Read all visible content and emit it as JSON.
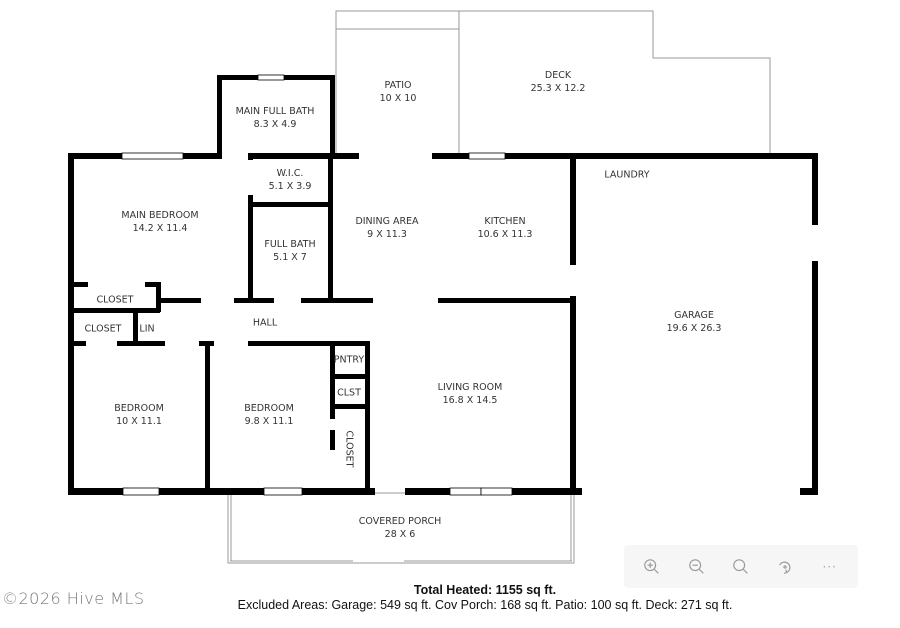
{
  "rooms": {
    "patio": {
      "name": "PATIO",
      "dims": "10 X 10"
    },
    "deck": {
      "name": "DECK",
      "dims": "25.3 X 12.2"
    },
    "main_full_bath": {
      "name": "MAIN FULL BATH",
      "dims": "8.3 X 4.9"
    },
    "wic": {
      "name": "W.I.C.",
      "dims": "5.1 X 3.9"
    },
    "main_bedroom": {
      "name": "MAIN BEDROOM",
      "dims": "14.2 X 11.4"
    },
    "full_bath": {
      "name": "FULL BATH",
      "dims": "5.1 X 7"
    },
    "dining_area": {
      "name": "DINING AREA",
      "dims": "9 X 11.3"
    },
    "kitchen": {
      "name": "KITCHEN",
      "dims": "10.6 X 11.3"
    },
    "laundry": {
      "name": "LAUNDRY"
    },
    "garage": {
      "name": "GARAGE",
      "dims": "19.6 X 26.3"
    },
    "closet_1": {
      "name": "CLOSET"
    },
    "closet_2": {
      "name": "CLOSET"
    },
    "linen": {
      "name": "LIN"
    },
    "hall": {
      "name": "HALL"
    },
    "pantry": {
      "name": "PNTRY"
    },
    "clst": {
      "name": "CLST"
    },
    "closet_3": {
      "name": "CLOSET"
    },
    "living_room": {
      "name": "LIVING ROOM",
      "dims": "16.8 X 14.5"
    },
    "bedroom_1": {
      "name": "BEDROOM",
      "dims": "10 X 11.1"
    },
    "bedroom_2": {
      "name": "BEDROOM",
      "dims": "9.8 X 11.1"
    },
    "covered_porch": {
      "name": "COVERED PORCH",
      "dims": "28 X 6"
    }
  },
  "summary": {
    "total_heated": "Total Heated: 1155 sq ft.",
    "excluded": "Excluded Areas: Garage: 549 sq ft. Cov Porch: 168 sq ft. Patio: 100 sq ft. Deck: 271 sq ft."
  },
  "watermark": "©2026 Hive MLS",
  "toolbar": {
    "items": [
      {
        "icon": "zoom-in-icon",
        "label": "Zoom in"
      },
      {
        "icon": "zoom-out-icon",
        "label": "Zoom out"
      },
      {
        "icon": "zoom-reset-icon",
        "label": "Reset zoom"
      },
      {
        "icon": "rotate-icon",
        "label": "Rotate"
      },
      {
        "icon": "more-icon",
        "label": "···"
      }
    ]
  },
  "colors": {
    "wall": "#000000",
    "exterior_outline": "#999999",
    "label_text": "#333333",
    "toolbar_bg": "#f6f6f6"
  }
}
